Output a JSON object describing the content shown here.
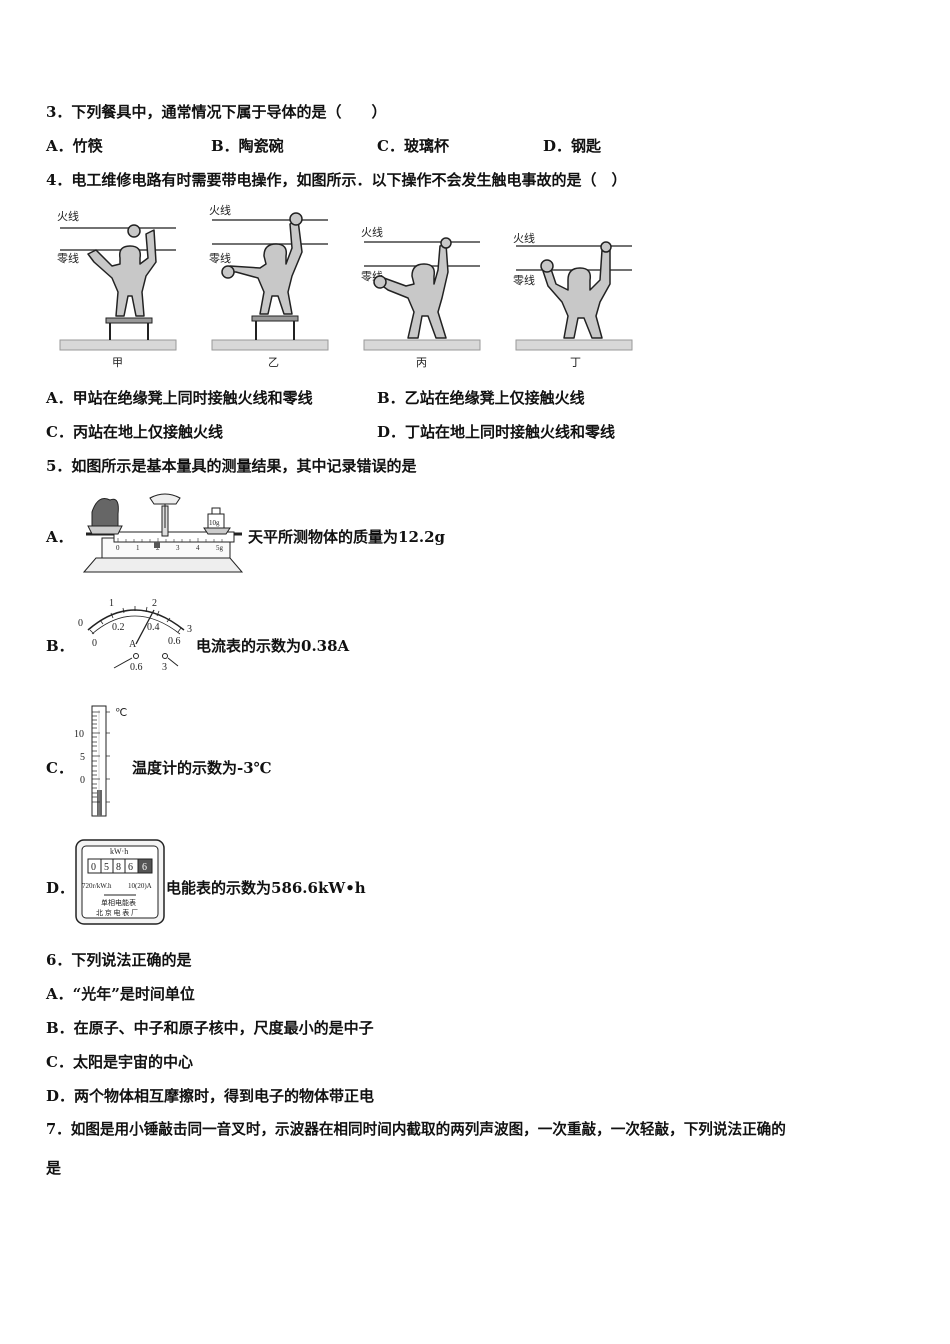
{
  "q3": {
    "stem": "3．下列餐具中，通常情况下属于导体的是（　　）",
    "options": [
      "A．竹筷",
      "B．陶瓷碗",
      "C．玻璃杯",
      "D．钢匙"
    ]
  },
  "q4": {
    "stem": "4．电工维修电路有时需要带电操作，如图所示．以下操作不会发生触电事故的是（　）",
    "figure": {
      "live_wire": "火线",
      "neutral_wire": "零线",
      "captions": [
        "甲",
        "乙",
        "丙",
        "丁"
      ]
    },
    "options": [
      "A．甲站在绝缘凳上同时接触火线和零线",
      "B．乙站在绝缘凳上仅接触火线",
      "C．丙站在地上仅接触火线",
      "D．丁站在地上同时接触火线和零线"
    ]
  },
  "q5": {
    "stem": "5．如图所示是基本量具的测量结果，其中记录错误的是",
    "a": {
      "label": "A．",
      "text": "天平所测物体的质量为12.2g",
      "scale_ticks": [
        "0",
        "1",
        "2",
        "3",
        "4",
        "5g"
      ],
      "weight_label": "10g"
    },
    "b": {
      "label": "B．",
      "text": "电流表的示数为0.38A",
      "outer_ticks": [
        "0",
        "1",
        "2",
        "3"
      ],
      "inner_ticks": [
        "0",
        "0.2",
        "0.4",
        "0.6"
      ],
      "unit": "A",
      "terminals": [
        "0.6",
        "3"
      ]
    },
    "c": {
      "label": "C．",
      "text": "温度计的示数为-3℃",
      "unit": "℃",
      "ticks": [
        "10",
        "5",
        "0"
      ]
    },
    "d": {
      "label": "D．",
      "text": "电能表的示数为586.6kW•h",
      "unit": "kW·h",
      "digits": [
        "0",
        "5",
        "8",
        "6",
        "6"
      ],
      "spec_left": "720r/kW.h",
      "spec_right": "10(20)A",
      "line1": "单相电能表",
      "line2": "北 京 电 表 厂"
    }
  },
  "q6": {
    "stem": "6．下列说法正确的是",
    "options": [
      "A．“光年”是时间单位",
      "B．在原子、中子和原子核中，尺度最小的是中子",
      "C．太阳是宇宙的中心",
      "D．两个物体相互摩擦时，得到电子的物体带正电"
    ]
  },
  "q7": {
    "stem_line1": "7．如图是用小锤敲击同一音叉时，示波器在相同时间内截取的两列声波图，一次重敲，一次轻敲，下列说法正确的",
    "stem_line2": "是"
  }
}
